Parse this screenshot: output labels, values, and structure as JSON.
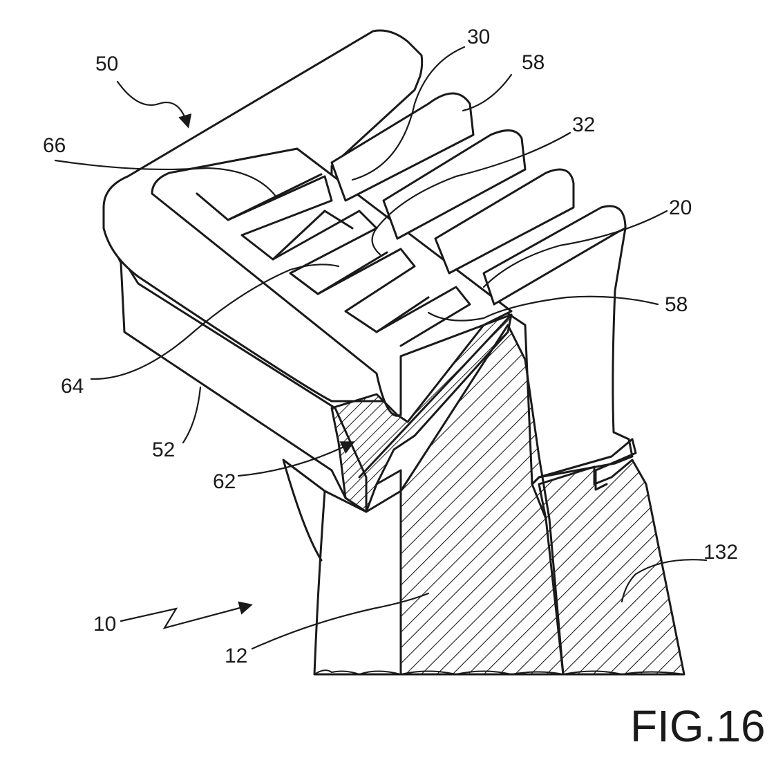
{
  "figure": {
    "label": "FIG.16",
    "refs": {
      "r50": "50",
      "r30": "30",
      "r58a": "58",
      "r66": "66",
      "r32": "32",
      "r20": "20",
      "r58b": "58",
      "r64": "64",
      "r52": "52",
      "r62": "62",
      "r132": "132",
      "r10": "10",
      "r12": "12"
    }
  }
}
